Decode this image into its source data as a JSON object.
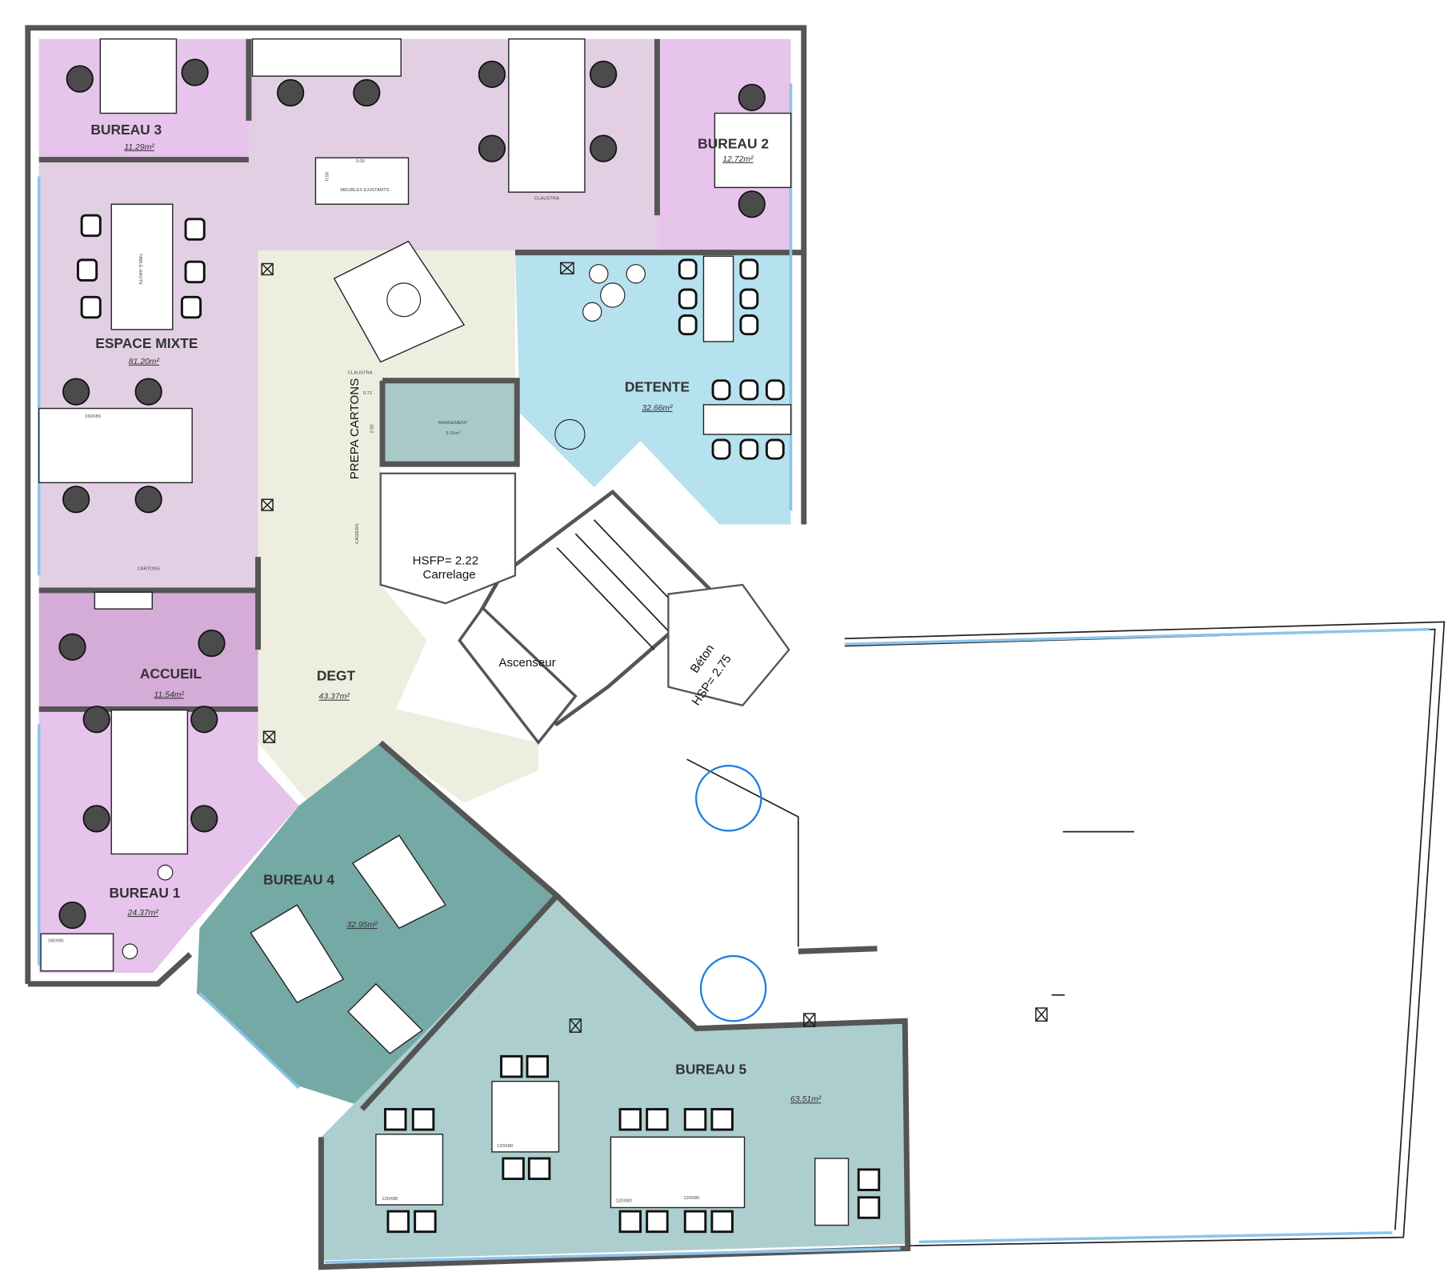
{
  "colors": {
    "bureau_pink": "#e6c4eb",
    "open_lilac": "#e2cfe4",
    "accueil": "#d5abd8",
    "degt": "#eeeee0",
    "detente": "#b6e1ee",
    "rangement": "#a9c9c9",
    "bureau4": "#74a9a6",
    "bureau5": "#adcece",
    "wall": "#555555",
    "window": "#8cc4ea"
  },
  "rooms": {
    "bureau3": {
      "name": "BUREAU 3",
      "area": "11.29m²"
    },
    "bureau2": {
      "name": "BUREAU 2",
      "area": "12.72m²"
    },
    "espace_mixte": {
      "name": "ESPACE MIXTE",
      "area": "81.20m²"
    },
    "detente": {
      "name": "DETENTE",
      "area": "32.66m²"
    },
    "rangement": {
      "name": "RANGEMENT",
      "area": "3.11m²"
    },
    "accueil": {
      "name": "ACCUEIL",
      "area": "11.54m²"
    },
    "degt": {
      "name": "DEGT",
      "area": "43.37m²"
    },
    "bureau1": {
      "name": "BUREAU 1",
      "area": "24.37m²"
    },
    "bureau4": {
      "name": "BUREAU 4",
      "area": "32.95m²"
    },
    "bureau5": {
      "name": "BUREAU 5",
      "area": "63.51m²"
    }
  },
  "notes": {
    "prepa_cartons": "PREPA CARTONS",
    "ascenseur": "Ascenseur",
    "hsfp": "HSFP=  2.22",
    "carrelage": "Carrelage",
    "beton": "Béton",
    "hsp": "HSP=  2.75",
    "claustra": "CLAUSTRA",
    "cartons": "CARTONS",
    "casiers": "CASIERS",
    "table_haute": "TABLE HAUTE",
    "meubles_existants": "MEUBLES EXISTANTS",
    "dim_300": "3.00",
    "dim_050": "0.50",
    "dim_072": "0.72",
    "dim_200": "2.00"
  },
  "desk_labels": {
    "d160": "160X80",
    "d120": "120X80"
  }
}
